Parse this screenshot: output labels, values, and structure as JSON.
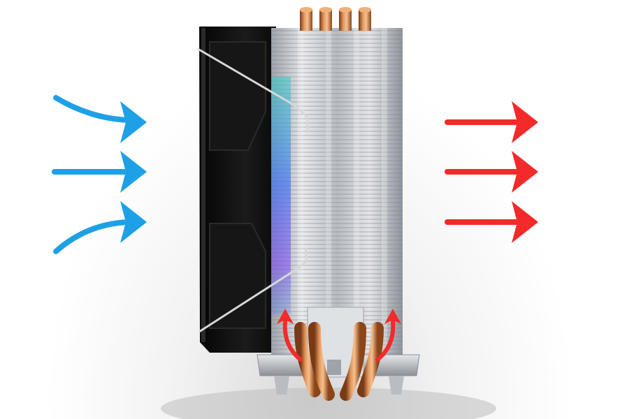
{
  "colors": {
    "intake": "#1ea0e6",
    "exhaust": "#f22a2a",
    "copper": "#c8743a",
    "fan": "#111111",
    "fin": "#c9ccd1"
  },
  "airflow": {
    "intake_arrows": 3,
    "exhaust_arrows": 3,
    "heat_up_arrows": 2
  },
  "heatpipes": {
    "count": 4
  }
}
